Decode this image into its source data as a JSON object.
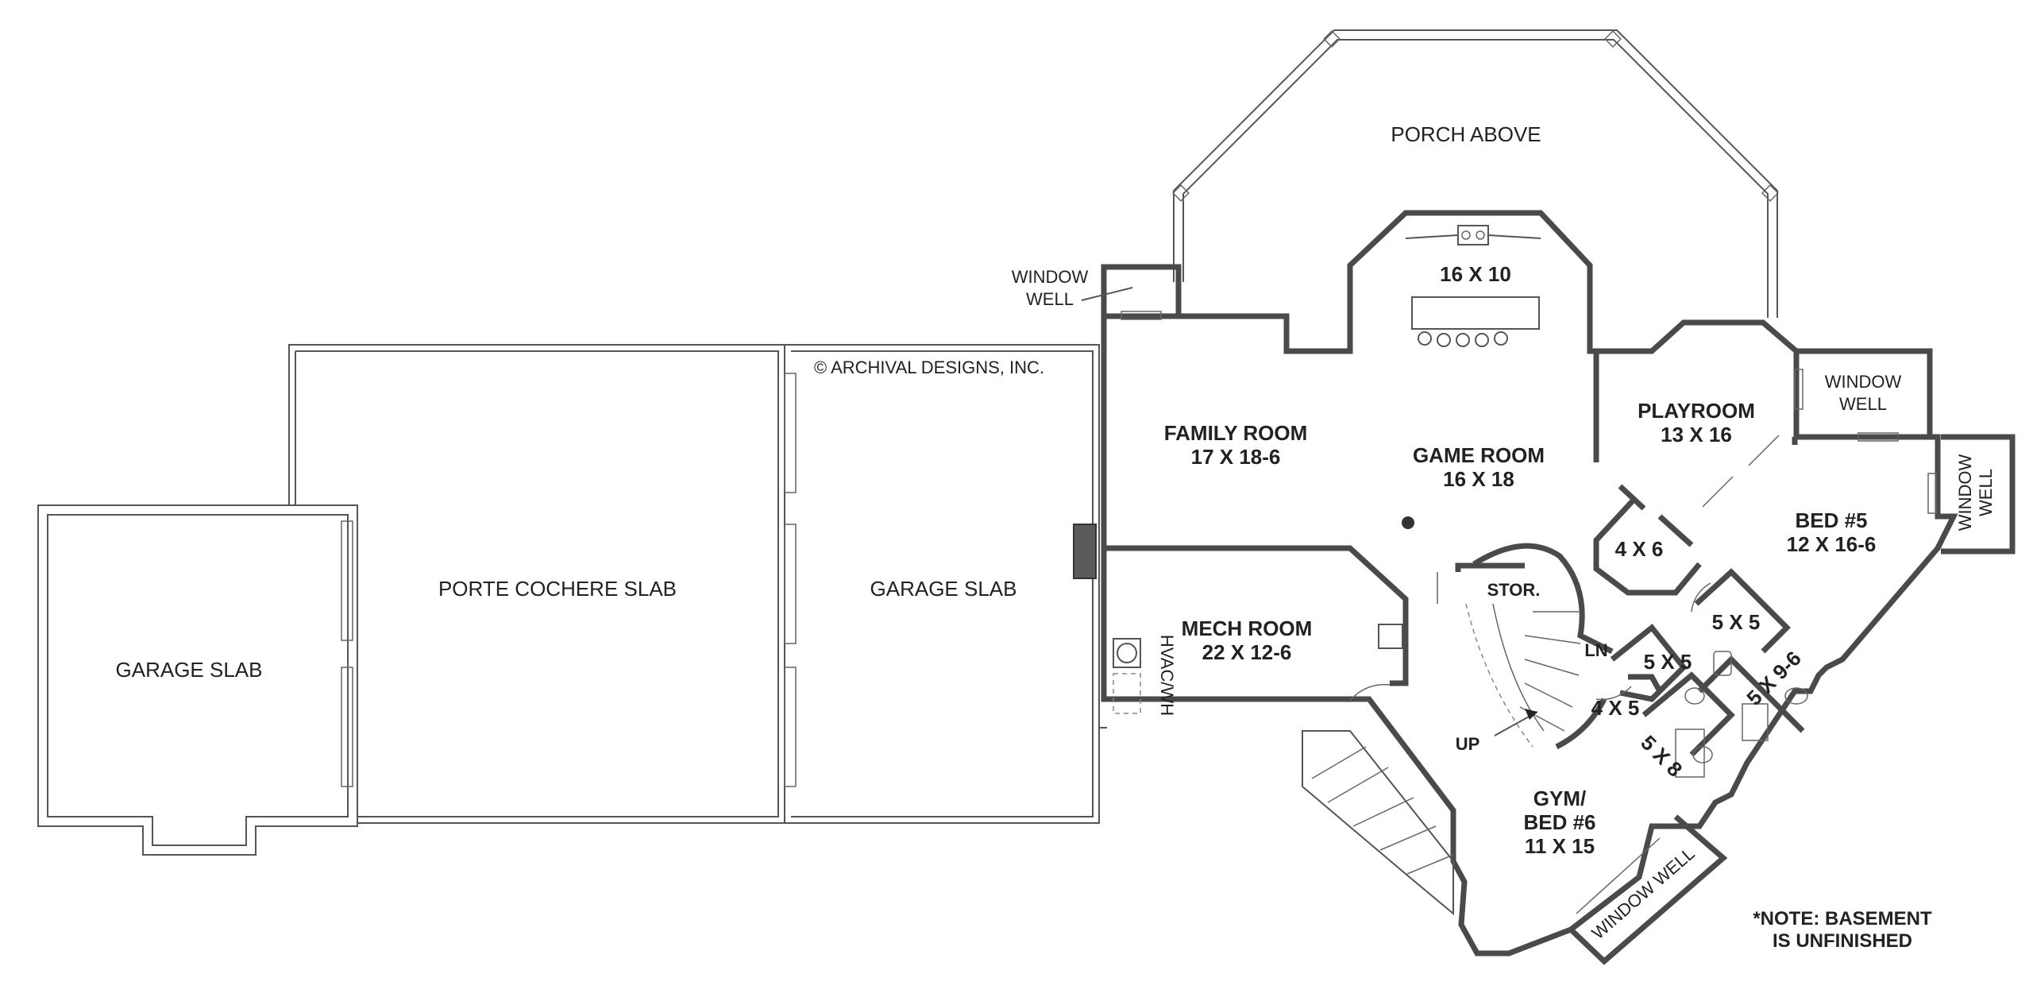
{
  "labels": {
    "porch_above": "PORCH ABOVE",
    "bar": "16 X 10",
    "window_well_top": [
      "WINDOW",
      "WELL"
    ],
    "copyright": "© ARCHIVAL DESIGNS, INC.",
    "playroom": [
      "PLAYROOM",
      "13 X 16"
    ],
    "window_well_right": [
      "WINDOW",
      "WELL"
    ],
    "window_well_far_right": [
      "WINDOW",
      "WELL"
    ],
    "family_room": [
      "FAMILY ROOM",
      "17 X 18-6"
    ],
    "game_room": [
      "GAME ROOM",
      "16 X 18"
    ],
    "bed5": [
      "BED #5",
      "12 X 16-6"
    ],
    "closet_4x6": "4 X 6",
    "porte_cochere": "PORTE COCHERE SLAB",
    "garage_slab_mid": "GARAGE SLAB",
    "garage_slab_left": "GARAGE SLAB",
    "stor": "STOR.",
    "mech_room": [
      "MECH ROOM",
      "22 X 12-6"
    ],
    "hvac": "HVAC/WH",
    "ln": "LN",
    "bath_5x5_a": "5 X 5",
    "bath_5x5_b": "5 X 5",
    "bath_5x9": "5 X 9-6",
    "closet_4x5": "4 X 5",
    "bath_5x8": "5 X 8",
    "up": "UP",
    "gym": [
      "GYM/",
      "BED #6",
      "11 X 15"
    ],
    "window_well_bottom": "WINDOW WELL",
    "note": [
      "*NOTE: BASEMENT",
      "IS UNFINISHED"
    ]
  }
}
